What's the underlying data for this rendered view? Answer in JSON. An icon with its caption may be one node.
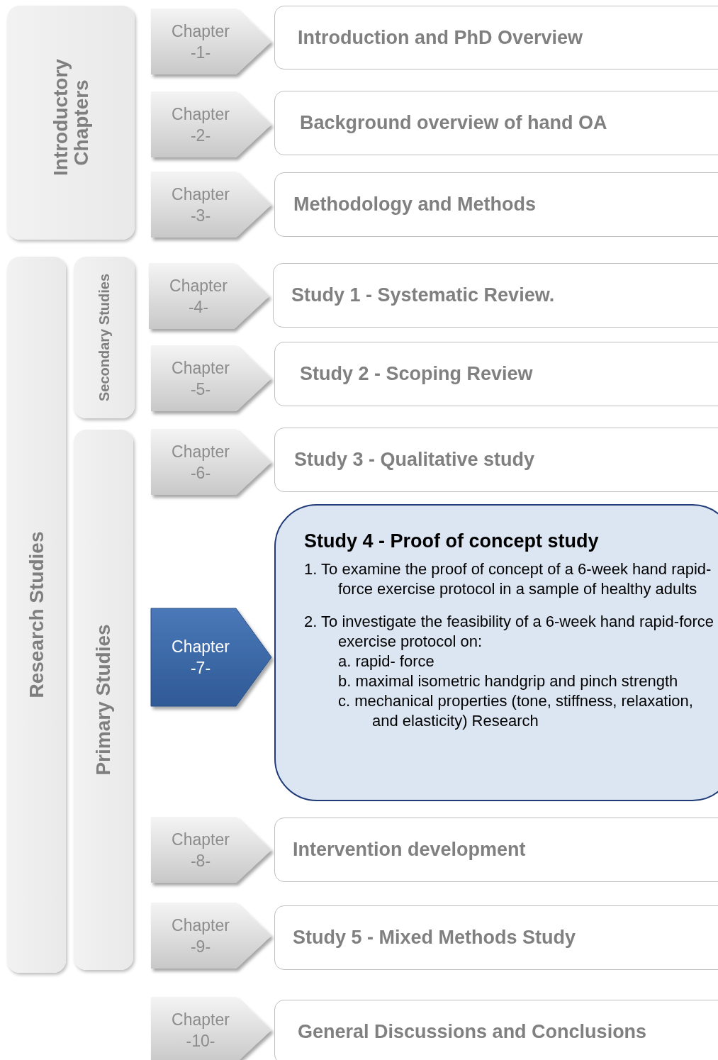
{
  "diagram": {
    "nodes": [
      {
        "text": [
          "Introductory Chapters"
        ]
      },
      {
        "text": [
          "Research Studies"
        ]
      },
      {
        "text": [
          "Secondary Studies"
        ]
      },
      {
        "text": [
          "Primary Studies"
        ]
      },
      {
        "text": [
          "Chapter -1-"
        ]
      },
      {
        "text": [
          "Introduction and PhD Overview"
        ]
      },
      {
        "text": [
          "Chapter -2-"
        ]
      },
      {
        "text": [
          "Background overview of hand OA"
        ]
      },
      {
        "text": [
          "Chapter -3-"
        ]
      },
      {
        "text": [
          "Methodology and Methods"
        ]
      },
      {
        "text": [
          "Chapter -4-"
        ]
      },
      {
        "text": [
          "Study 1 - Systematic Review."
        ]
      },
      {
        "text": [
          "Chapter -5-"
        ]
      },
      {
        "text": [
          "Study 2 - Scoping Review"
        ]
      },
      {
        "text": [
          "Chapter -6-"
        ]
      },
      {
        "text": [
          "Study 3 - Qualitative study"
        ]
      },
      {
        "text": [
          "Chapter -7-"
        ]
      },
      {
        "text": [
          "Study 4 - Proof of concept study",
          "1. To examine the proof of concept of a 6-week hand rapid-force exercise protocol in a sample of healthy adults",
          "2. To investigate the feasibility of a 6-week hand rapid-force exercise protocol on:",
          "a. rapid- force",
          "b. maximal isometric handgrip and pinch strength",
          "c. mechanical properties (tone, stiffness, relaxation, and elasticity) Research"
        ]
      },
      {
        "text": [
          "Chapter -8-"
        ]
      },
      {
        "text": [
          "Intervention development"
        ]
      },
      {
        "text": [
          "Chapter -9-"
        ]
      },
      {
        "text": [
          "Study 5 - Mixed Methods Study"
        ]
      },
      {
        "text": [
          "Chapter -10-"
        ]
      },
      {
        "text": [
          "General Discussions and Conclusions"
        ]
      }
    ],
    "edges": []
  }
}
